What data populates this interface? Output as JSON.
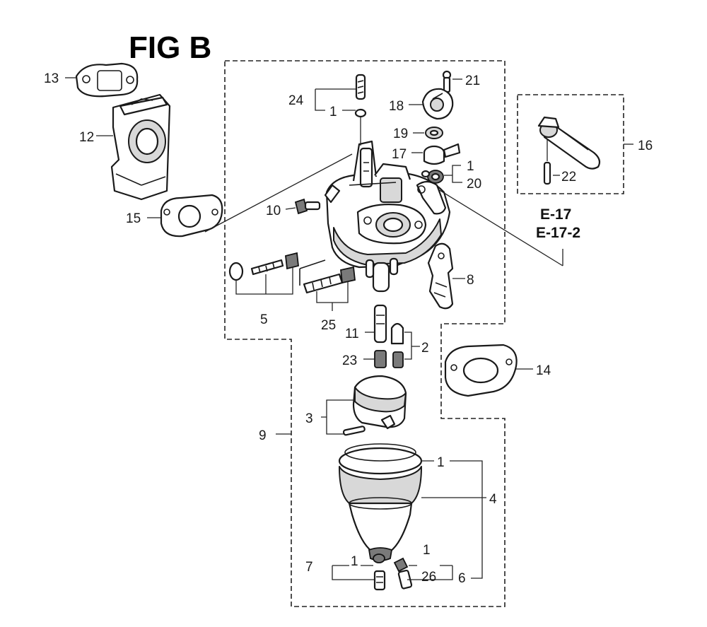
{
  "figure": {
    "title": "FIG B",
    "references": [
      "E-17",
      "E-17-2"
    ]
  },
  "callouts": {
    "c13": "13",
    "c12": "12",
    "c15": "15",
    "c24": "24",
    "c1_top": "1",
    "c21": "21",
    "c18": "18",
    "c19": "19",
    "c17": "17",
    "c1_right": "1",
    "c20": "20",
    "c16": "16",
    "c22": "22",
    "c10": "10",
    "c5": "5",
    "c25": "25",
    "c8": "8",
    "c11": "11",
    "c2": "2",
    "c23": "23",
    "c14": "14",
    "c3": "3",
    "c9": "9",
    "c1_bowl": "1",
    "c4": "4",
    "c7": "7",
    "c1_bl": "1",
    "c1_br": "1",
    "c26": "26",
    "c6": "6"
  }
}
